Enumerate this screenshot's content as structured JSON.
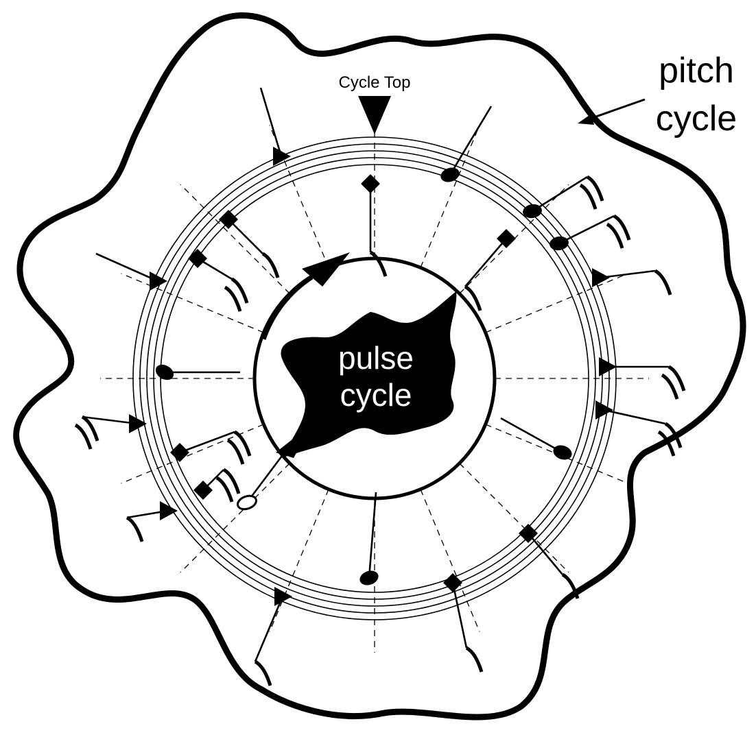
{
  "labels": {
    "cycle_top": "Cycle Top",
    "pitch_line1": "pitch",
    "pitch_line2": "cycle",
    "pulse_line1": "pulse",
    "pulse_line2": "cycle"
  },
  "colors": {
    "ink": "#000000",
    "paper": "#ffffff"
  },
  "staff": {
    "line_count": 5,
    "spoke_count": 16
  },
  "notes": [
    {
      "kind": "quarter-note",
      "head": "filled-oval"
    },
    {
      "kind": "eighth-note",
      "head": "diamond"
    },
    {
      "kind": "half-note",
      "head": "open-oval"
    },
    {
      "kind": "flagged-note",
      "head": "triangle"
    },
    {
      "kind": "multi-flag-note",
      "head": "filled-oval"
    }
  ]
}
